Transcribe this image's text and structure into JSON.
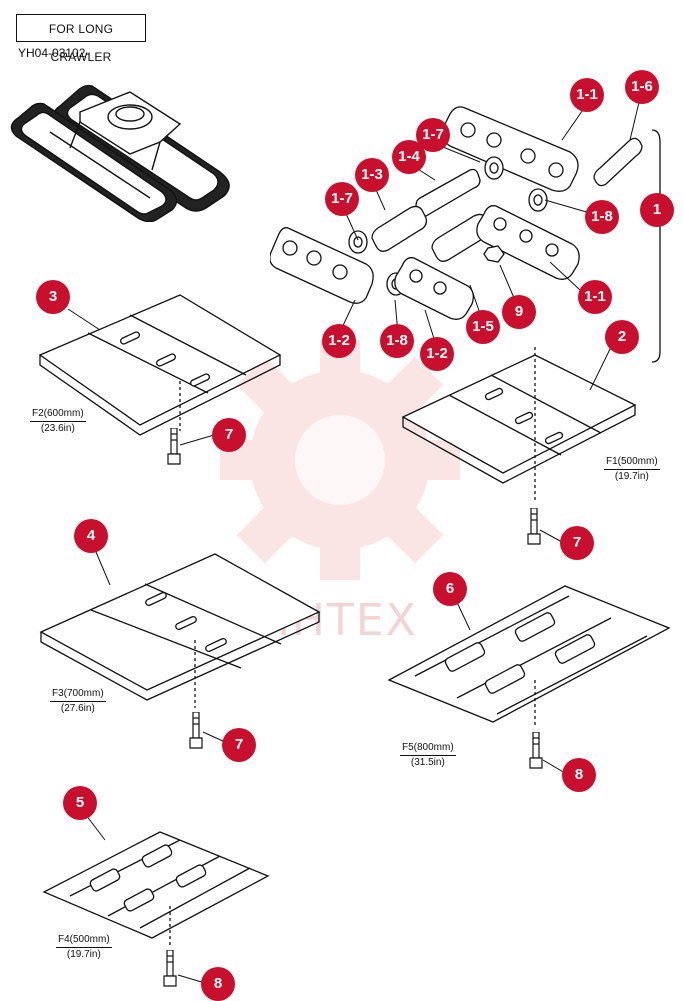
{
  "header": {
    "label": "FOR LONG CRAWLER",
    "code": "YH04-03102-"
  },
  "watermark": "ИНТЕХ",
  "callouts": {
    "c1_1a": "1-1",
    "c1_6": "1-6",
    "c1_7a": "1-7",
    "c1_4": "1-4",
    "c1_3": "1-3",
    "c1_7b": "1-7",
    "c1": "1",
    "c1_8a": "1-8",
    "c1_1b": "1-1",
    "c3": "3",
    "c2": "2",
    "c9": "9",
    "c1_5": "1-5",
    "c1_2a": "1-2",
    "c1_8b": "1-8",
    "c1_2b": "1-2",
    "c7a": "7",
    "c7b": "7",
    "c4": "4",
    "c6": "6",
    "c7c": "7",
    "c8a": "8",
    "c5": "5",
    "c8b": "8"
  },
  "dims": {
    "f2": {
      "mm": "F2(600mm)",
      "in": "(23.6in)"
    },
    "f1": {
      "mm": "F1(500mm)",
      "in": "(19.7in)"
    },
    "f3": {
      "mm": "F3(700mm)",
      "in": "(27.6in)"
    },
    "f5": {
      "mm": "F5(800mm)",
      "in": "(31.5in)"
    },
    "f4": {
      "mm": "F4(500mm)",
      "in": "(19.7in)"
    }
  },
  "colors": {
    "callout": "#c8102e",
    "line": "#111111",
    "watermark": "#e8b2b2"
  }
}
